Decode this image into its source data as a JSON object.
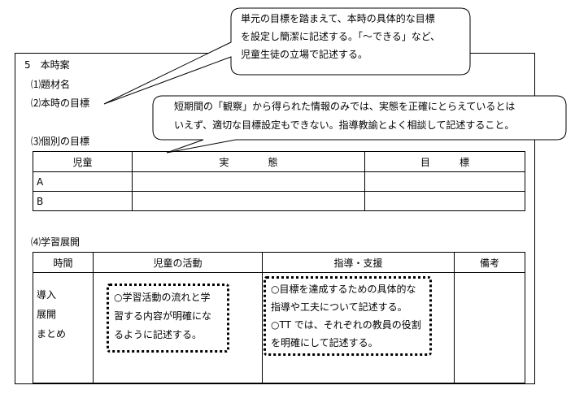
{
  "heading": "5　本時案",
  "items": {
    "topic": "⑴題材名",
    "goal": "⑵本時の目標",
    "individual": "⑶個別の目標",
    "development": "⑷学習展開"
  },
  "callout1": {
    "lines": [
      "単元の目標を踏まえて、本時の具体的な目標",
      "を設定し簡潔に記述する。「～できる」など、",
      "児童生徒の立場で記述する。"
    ]
  },
  "callout2": {
    "lines": [
      "短期間の「観察」から得られた情報のみでは、実態を正確にとらえているとは",
      "いえず、適切な目標設定もできない。指導教諭とよく相談して記述すること。"
    ]
  },
  "table1": {
    "headers": [
      "児童",
      "実　　　　態",
      "目　　　標"
    ],
    "rows": [
      [
        "A",
        "",
        ""
      ],
      [
        "B",
        "",
        ""
      ]
    ]
  },
  "table2": {
    "headers": [
      "時間",
      "児童の活動",
      "指導・支援",
      "備考"
    ],
    "phases": [
      "導入",
      "展開",
      "まとめ"
    ],
    "activity_lines": [
      "○学習活動の流れと学",
      "習する内容が明確にな",
      "るように記述する。"
    ],
    "support_lines": [
      "○目標を達成するための具体的な",
      "指導や工夫について記述する。",
      "○TT では、それぞれの教員の役割",
      "を明確にして記述する。"
    ]
  }
}
